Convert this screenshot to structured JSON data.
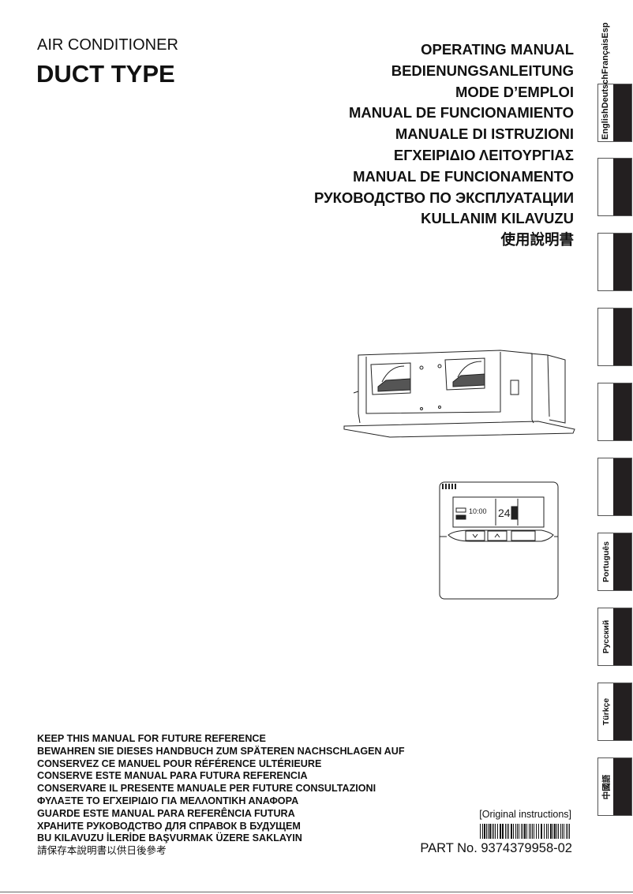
{
  "header": {
    "product_line": "AIR CONDITIONER",
    "product_type": "DUCT TYPE"
  },
  "titles": [
    "OPERATING MANUAL",
    "BEDIENUNGSANLEITUNG",
    "MODE D’EMPLOI",
    "MANUAL DE FUNCIONAMIENTO",
    "MANUALE DI ISTRUZIONI",
    "ΕΓΧΕΙΡΙΔΙΟ ΛΕΙΤΟΥΡΓΙΑΣ",
    "MANUAL DE FUNCIONAMENTO",
    "РУКОВОДСТВО ПО ЭКСПЛУАТАЦИИ",
    "KULLANIM KILAVUZU",
    "使用說明書"
  ],
  "language_tabs": {
    "overflow_label": "EnglishDeutschFrançaisEsp",
    "tabs": [
      "",
      "",
      "",
      "",
      "",
      "",
      "Português",
      "Русский",
      "Türkçe",
      "中國語"
    ]
  },
  "illustrations": {
    "indoor_unit": "duct-type-indoor-unit",
    "remote_controller": {
      "time": "10:00",
      "temperature": "24"
    }
  },
  "keep_notice": [
    "KEEP THIS MANUAL FOR FUTURE REFERENCE",
    "BEWAHREN SIE DIESES HANDBUCH ZUM SPÄTEREN NACHSCHLAGEN AUF",
    "CONSERVEZ CE MANUEL POUR RÉFÉRENCE ULTÉRIEURE",
    "CONSERVE ESTE MANUAL PARA FUTURA REFERENCIA",
    "CONSERVARE IL PRESENTE MANUALE PER FUTURE CONSULTAZIONI",
    "ΦΥΛΑΞΤΕ ΤΟ ΕΓΧΕΙΡΙΔΙΟ ΓΙΑ ΜΕΛΛΟΝΤΙΚΗ ΑΝΑΦΟΡΑ",
    "GUARDE ESTE MANUAL PARA REFERÊNCIA FUTURA",
    "ХРАНИТЕ РУКОВОДСТВО ДЛЯ СПРАВОК В БУДУЩЕМ",
    "BU KILAVUZU İLERİDE BAŞVURMAK ÜZERE SAKLAYIN",
    "請保存本說明書以供日後參考"
  ],
  "footer": {
    "original_instructions": "[Original instructions]",
    "part_number": "PART No. 9374379958-02"
  }
}
